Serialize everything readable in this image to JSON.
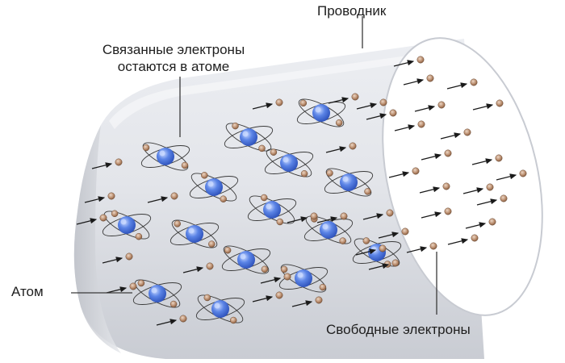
{
  "labels": {
    "conductor": "Проводник",
    "bound_electrons_line1": "Связанные электроны",
    "bound_electrons_line2": "остаются в атоме",
    "atom": "Атом",
    "free_electrons": "Свободные электроны"
  },
  "colors": {
    "cylinder_body": "#dfe1e6",
    "cylinder_face": "#ffffff",
    "nucleus": "#3f68d6",
    "nucleus_highlight": "#c9d9ff",
    "electron": "#b88b6c",
    "orbit": "#3a3a3a",
    "arrow": "#1a1a1a",
    "leader_line": "#3a3a3a"
  },
  "icons": {
    "atom": "atom-icon",
    "free_electron": "free-electron-icon",
    "drift_arrow": "drift-arrow-icon"
  }
}
